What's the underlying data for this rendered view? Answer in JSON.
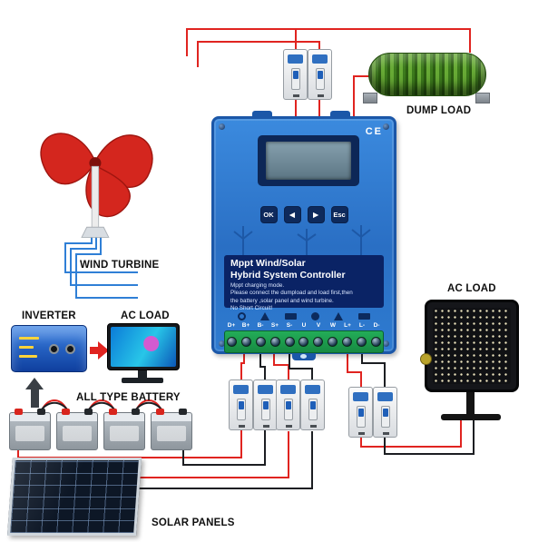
{
  "labels": {
    "wind_turbine": "WIND TURBINE",
    "dump_load": "DUMP LOAD",
    "inverter": "INVERTER",
    "ac_load_left": "AC LOAD",
    "ac_load_right": "AC LOAD",
    "battery": "ALL TYPE BATTERY",
    "solar_panels": "SOLAR PANELS"
  },
  "controller": {
    "ce_mark": "CE",
    "title_line1": "Mppt Wind/Solar",
    "title_line2": "Hybrid System Controller",
    "info_line1": "Mppt charging mode.",
    "info_line2": "Please connect the dumpload and load first,then",
    "info_line3": "the battery ,solar panel and wind turbine.",
    "info_line4": "No Short Circuit!",
    "buttons": [
      "OK",
      "◀",
      "▶",
      "Esc"
    ],
    "terminals": [
      "D+",
      "B+",
      "B-",
      "S+",
      "S-",
      "U",
      "V",
      "W",
      "L+",
      "L-",
      "D-"
    ]
  },
  "colors": {
    "controller_blue": "#2e7bd0",
    "controller_frame": "#1b57a8",
    "band_navy": "#0a2365",
    "terminal_green": "#18a04e",
    "wire_red": "#e02420",
    "wire_black": "#1c1e22",
    "wire_blue": "#2f7fd6",
    "dump_green": "#3c7a1c",
    "turbine_red": "#d4261e"
  }
}
